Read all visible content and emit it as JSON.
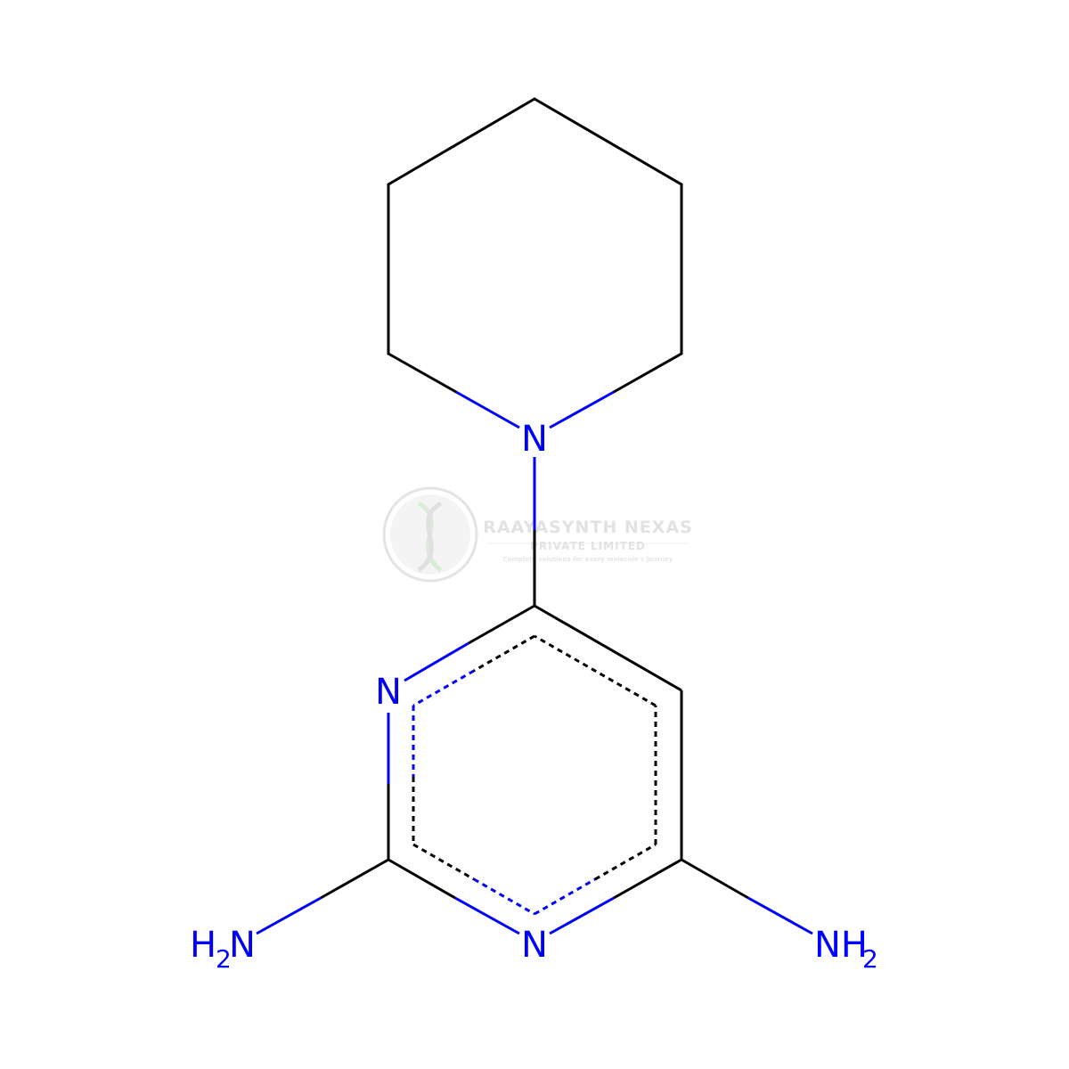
{
  "watermark": {
    "title": "RAAYASYNTH NEXAS",
    "subtitle": "PRIVATE LIMITED",
    "tagline": "Complete solutions for every molecule's journey"
  },
  "atoms": {
    "piperidine_n": "N",
    "ring_n_left": "N",
    "ring_n_bottom": "N",
    "amine_left": {
      "element": "H",
      "subscript": "2",
      "suffix": "N"
    },
    "amine_right": {
      "element": "NH",
      "subscript": "2"
    }
  },
  "colors": {
    "bond": "#000000",
    "nitrogen": "#0000ff",
    "watermark": "#e2e2e2",
    "watermark_accent": "#c8e6c8"
  }
}
